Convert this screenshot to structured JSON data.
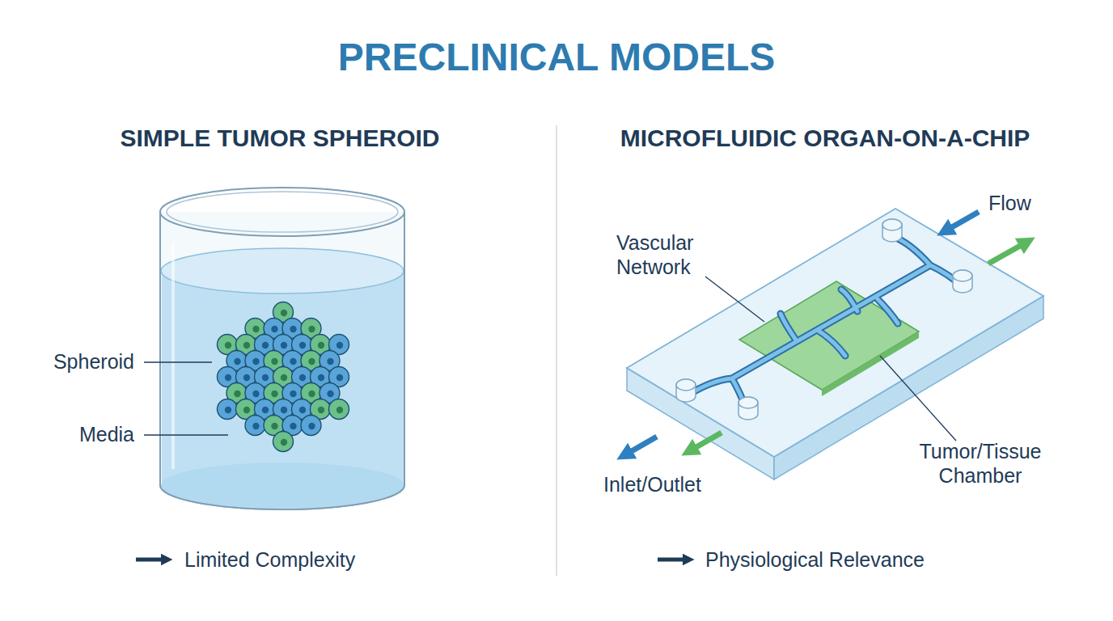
{
  "diagram": {
    "title": "PRECLINICAL MODELS",
    "labels": [
      "SIMPLE TUMOR SPHEROID",
      "Spheroid",
      "Media",
      "Limited Complexity",
      "MICROFLUIDIC ORGAN-ON-A-CHIP",
      "Vascular Network",
      "Flow",
      "Tumor/Tissue Chamber",
      "Inlet/Outlet",
      "Physiological Relevance"
    ]
  }
}
